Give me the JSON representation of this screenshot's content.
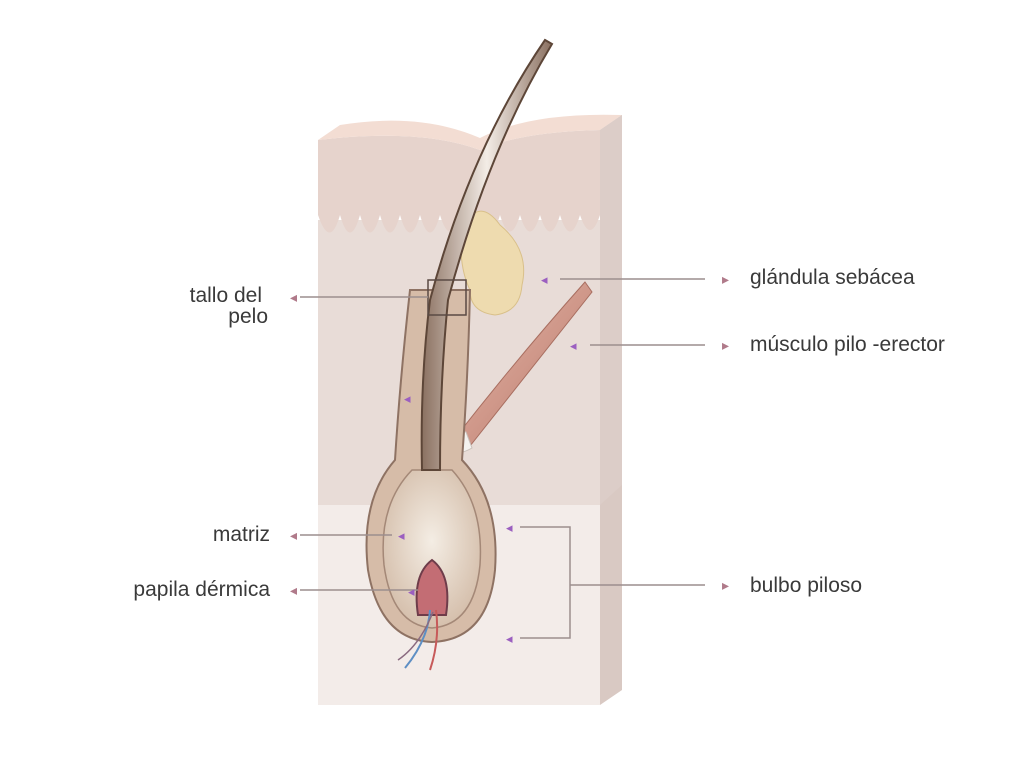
{
  "labels": {
    "hair_shaft_line1": "tallo del",
    "hair_shaft_line2": "pelo",
    "matrix": "matriz",
    "dermal_papilla": "papila dérmica",
    "sebaceous_gland": "glándula sebácea",
    "arrector_muscle": "músculo pilo -erector",
    "hair_bulb": "bulbo piloso"
  },
  "colors": {
    "epidermis": "#eedcd2",
    "dermis": "#e9dcd7",
    "hypodermis": "#f3ece8",
    "gland": "#efdcb0",
    "muscle": "#cf9a8c",
    "bulb": "#d8bfae",
    "marker": "#9b5fc0",
    "leader": "#9c8e8e"
  }
}
